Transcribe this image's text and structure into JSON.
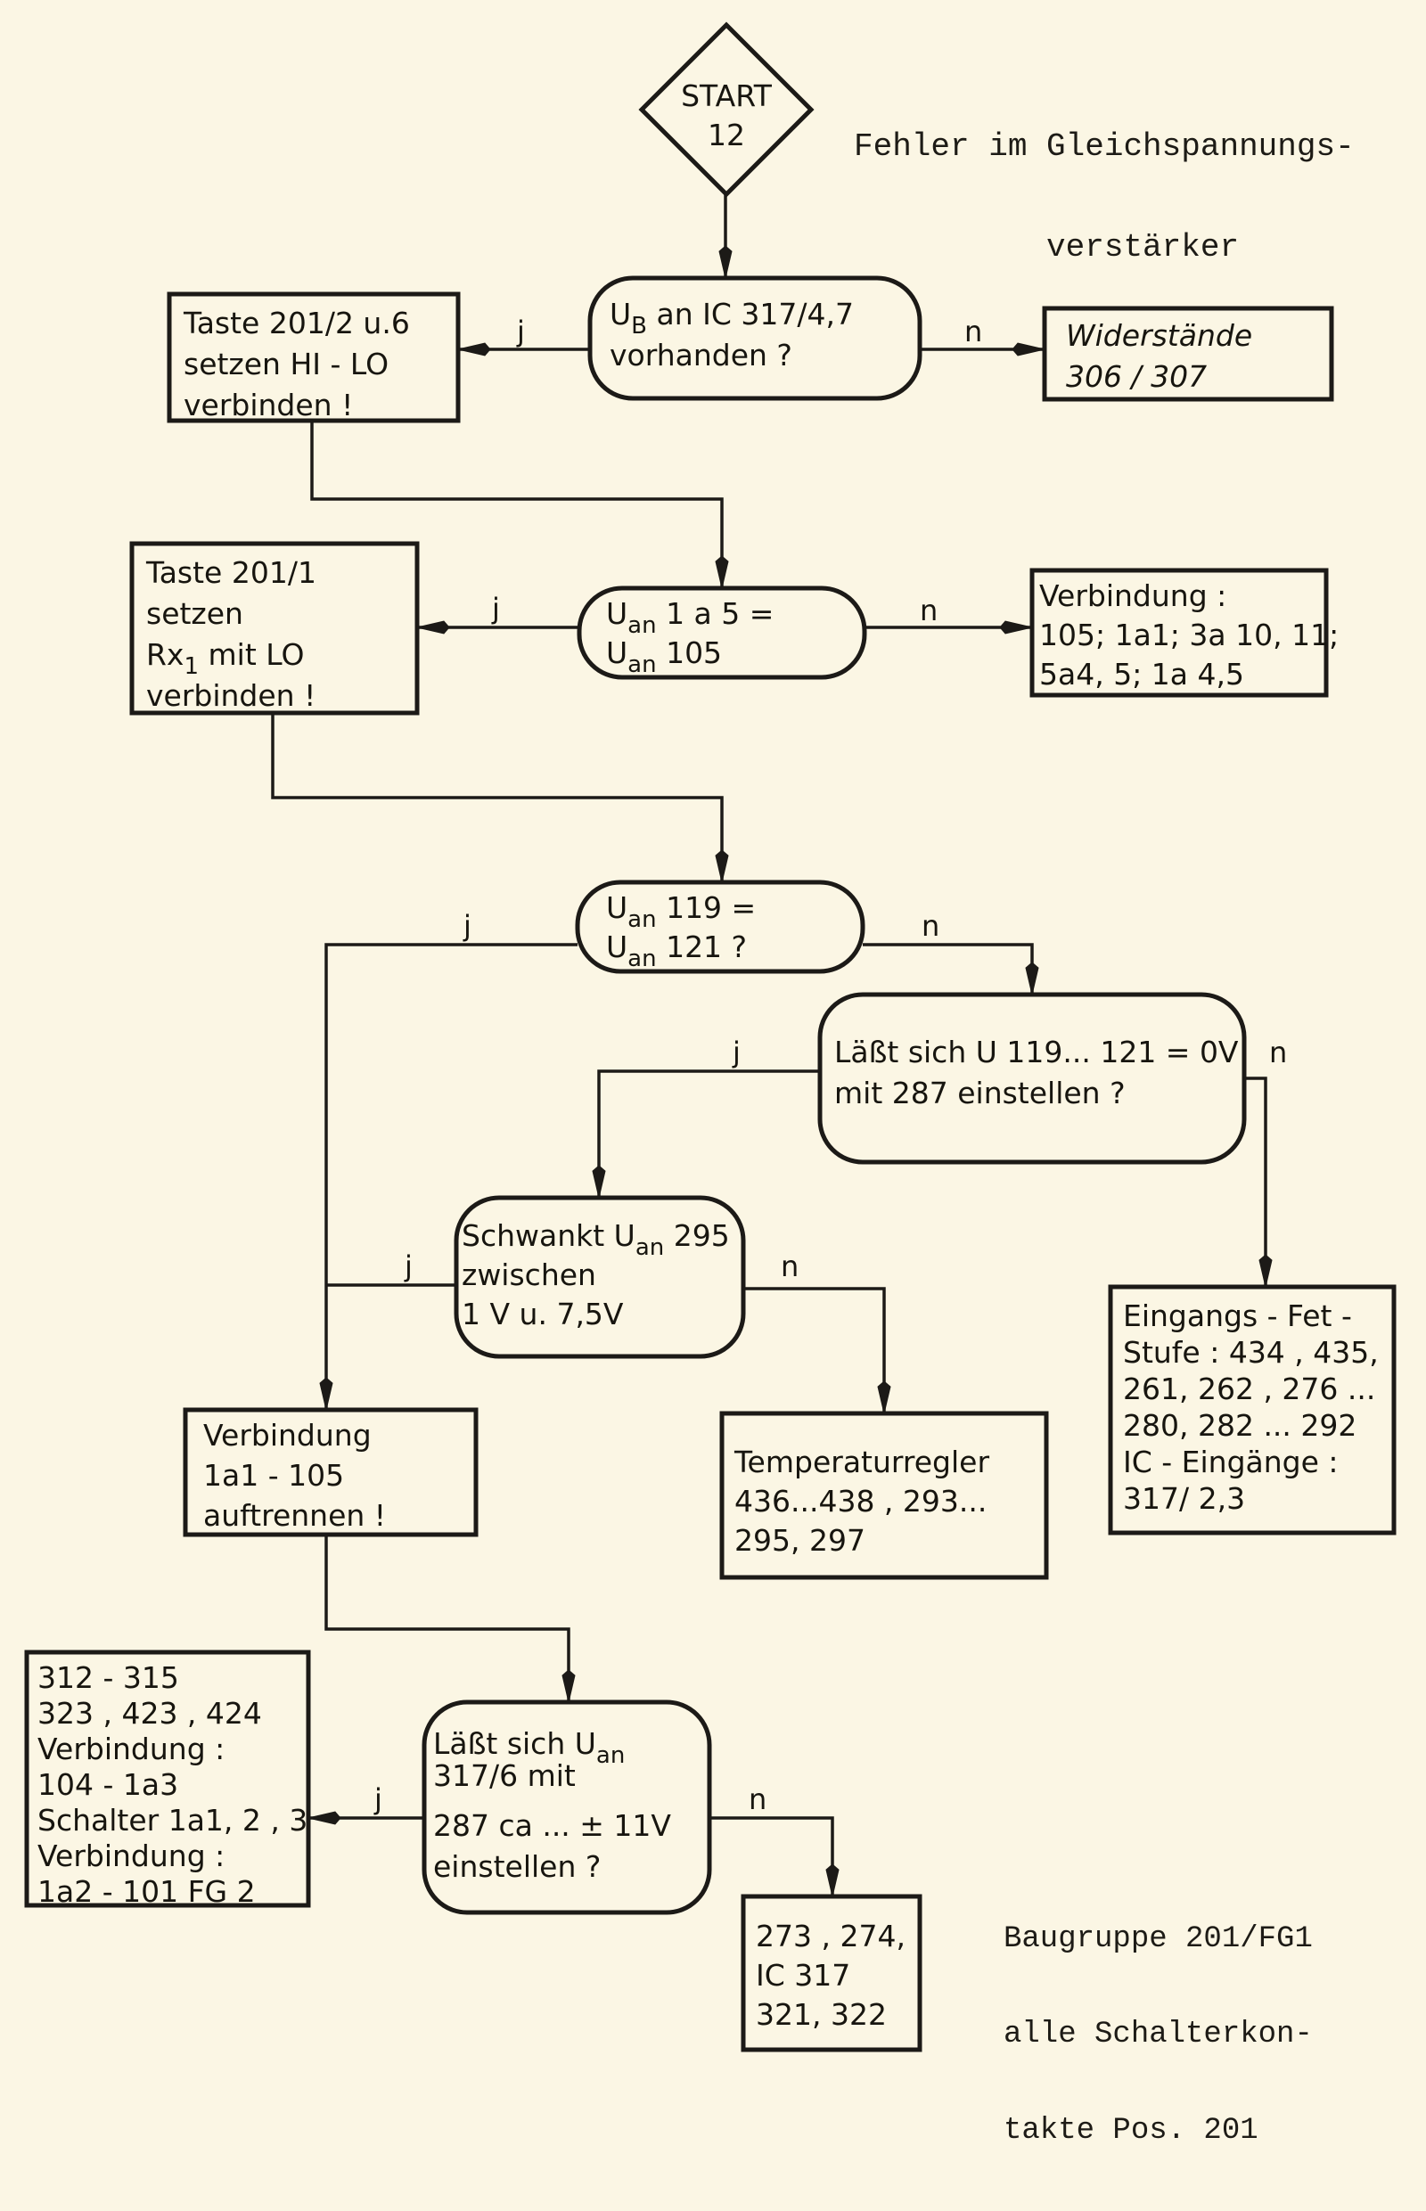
{
  "title_note": {
    "lines": [
      "Fehler im Gleichspannungs-",
      "          verstärker"
    ]
  },
  "footer_note": {
    "lines": [
      "Baugruppe 201/FG1",
      "alle Schalterkon-",
      "takte Pos. 201"
    ]
  },
  "edge_labels": {
    "yes": "j",
    "no": "n"
  },
  "nodes": [
    {
      "id": "start",
      "type": "start",
      "lines": [
        "START",
        "12"
      ]
    },
    {
      "id": "q_ub",
      "type": "decision",
      "lines": [
        [
          {
            "t": "U"
          },
          {
            "t": "B",
            "sub": true
          },
          {
            "t": " an IC 317/4,7"
          }
        ],
        [
          {
            "t": "vorhanden ?"
          }
        ]
      ]
    },
    {
      "id": "a_taste_201_2",
      "type": "action",
      "lines": [
        [
          {
            "t": "Taste 201/2 u.6"
          }
        ],
        [
          {
            "t": "setzen HI - LO"
          }
        ],
        [
          {
            "t": "verbinden !"
          }
        ]
      ]
    },
    {
      "id": "r_widerstaende",
      "type": "result",
      "italic": true,
      "lines": [
        [
          {
            "t": "Widerstände"
          }
        ],
        [
          {
            "t": "306 / 307"
          }
        ]
      ]
    },
    {
      "id": "q_uan_1a5",
      "type": "decision",
      "lines": [
        [
          {
            "t": "U"
          },
          {
            "t": "an",
            "sub": true
          },
          {
            "t": "  1 a 5 ="
          }
        ],
        [
          {
            "t": "U"
          },
          {
            "t": "an",
            "sub": true
          },
          {
            "t": "  105"
          }
        ]
      ]
    },
    {
      "id": "a_taste_201_1",
      "type": "action",
      "lines": [
        [
          {
            "t": "Taste 201/1"
          }
        ],
        [
          {
            "t": "setzen"
          }
        ],
        [
          {
            "t": "Rx"
          },
          {
            "t": "1",
            "sub": true
          },
          {
            "t": " mit LO"
          }
        ],
        [
          {
            "t": "verbinden !"
          }
        ]
      ]
    },
    {
      "id": "r_verbindung_105",
      "type": "result",
      "lines": [
        [
          {
            "t": "Verbindung :"
          }
        ],
        [
          {
            "t": "105; 1a1; 3a 10, 11;"
          }
        ],
        [
          {
            "t": "5a4, 5; 1a 4,5"
          }
        ]
      ]
    },
    {
      "id": "q_uan_119",
      "type": "decision",
      "lines": [
        [
          {
            "t": "U"
          },
          {
            "t": "an",
            "sub": true
          },
          {
            "t": " 119 ="
          }
        ],
        [
          {
            "t": "U"
          },
          {
            "t": "an",
            "sub": true
          },
          {
            "t": " 121 ?"
          }
        ]
      ]
    },
    {
      "id": "q_laesst_119",
      "type": "decision",
      "lines": [
        [
          {
            "t": "Läßt sich  U 119... 121 = 0V"
          }
        ],
        [
          {
            "t": "mit  287 einstellen ?"
          }
        ]
      ]
    },
    {
      "id": "q_schwankt",
      "type": "decision",
      "lines": [
        [
          {
            "t": "Schwankt U"
          },
          {
            "t": "an",
            "sub": true
          },
          {
            "t": " 295"
          }
        ],
        [
          {
            "t": "zwischen"
          }
        ],
        [
          {
            "t": "1 V u. 7,5V"
          }
        ]
      ]
    },
    {
      "id": "r_eingangs_fet",
      "type": "result",
      "lines": [
        [
          {
            "t": "Eingangs - Fet -"
          }
        ],
        [
          {
            "t": "Stufe : 434 , 435,"
          }
        ],
        [
          {
            "t": "261, 262 , 276 ..."
          }
        ],
        [
          {
            "t": "280, 282 ... 292"
          }
        ],
        [
          {
            "t": "IC - Eingänge :"
          }
        ],
        [
          {
            "t": "317/ 2,3"
          }
        ]
      ]
    },
    {
      "id": "a_verbindung_1a1",
      "type": "action",
      "lines": [
        [
          {
            "t": "Verbindung"
          }
        ],
        [
          {
            "t": "1a1  -  105"
          }
        ],
        [
          {
            "t": "auftrennen !"
          }
        ]
      ]
    },
    {
      "id": "r_temperaturregler",
      "type": "result",
      "lines": [
        [
          {
            "t": "Temperaturregler"
          }
        ],
        [
          {
            "t": "436...438 , 293..."
          }
        ],
        [
          {
            "t": "295, 297"
          }
        ]
      ]
    },
    {
      "id": "q_laesst_317",
      "type": "decision",
      "lines": [
        [
          {
            "t": "Läßt sich U"
          },
          {
            "t": "an",
            "sub": true
          }
        ],
        [
          {
            "t": "317/6 mit"
          }
        ],
        [
          {
            "t": "287 ca ... ± 11V"
          }
        ],
        [
          {
            "t": "einstellen ?"
          }
        ]
      ]
    },
    {
      "id": "r_312_315",
      "type": "result",
      "lines": [
        [
          {
            "t": "312 - 315"
          }
        ],
        [
          {
            "t": "323 , 423 , 424"
          }
        ],
        [
          {
            "t": "Verbindung :"
          }
        ],
        [
          {
            "t": "104 - 1a3"
          }
        ],
        [
          {
            "t": "Schalter 1a1, 2 , 3"
          }
        ],
        [
          {
            "t": "Verbindung :"
          }
        ],
        [
          {
            "t": "1a2 - 101   FG 2"
          }
        ]
      ]
    },
    {
      "id": "r_273_274",
      "type": "result",
      "lines": [
        [
          {
            "t": "273 , 274,"
          }
        ],
        [
          {
            "t": "IC 317"
          }
        ],
        [
          {
            "t": "321, 322"
          }
        ]
      ]
    }
  ],
  "edges": [
    {
      "from": "start",
      "to": "q_ub",
      "label": null
    },
    {
      "from": "q_ub",
      "to": "a_taste_201_2",
      "label": "yes"
    },
    {
      "from": "q_ub",
      "to": "r_widerstaende",
      "label": "no"
    },
    {
      "from": "a_taste_201_2",
      "to": "q_uan_1a5",
      "label": null
    },
    {
      "from": "q_uan_1a5",
      "to": "a_taste_201_1",
      "label": "yes"
    },
    {
      "from": "q_uan_1a5",
      "to": "r_verbindung_105",
      "label": "no"
    },
    {
      "from": "a_taste_201_1",
      "to": "q_uan_119",
      "label": null
    },
    {
      "from": "q_uan_119",
      "to": "a_verbindung_1a1",
      "label": "yes"
    },
    {
      "from": "q_uan_119",
      "to": "q_laesst_119",
      "label": "no"
    },
    {
      "from": "q_laesst_119",
      "to": "q_schwankt",
      "label": "yes"
    },
    {
      "from": "q_laesst_119",
      "to": "r_eingangs_fet",
      "label": "no"
    },
    {
      "from": "q_schwankt",
      "to": "a_verbindung_1a1",
      "label": "yes"
    },
    {
      "from": "q_schwankt",
      "to": "r_temperaturregler",
      "label": "no"
    },
    {
      "from": "a_verbindung_1a1",
      "to": "q_laesst_317",
      "label": null
    },
    {
      "from": "q_laesst_317",
      "to": "r_312_315",
      "label": "yes"
    },
    {
      "from": "q_laesst_317",
      "to": "r_273_274",
      "label": "no"
    }
  ]
}
